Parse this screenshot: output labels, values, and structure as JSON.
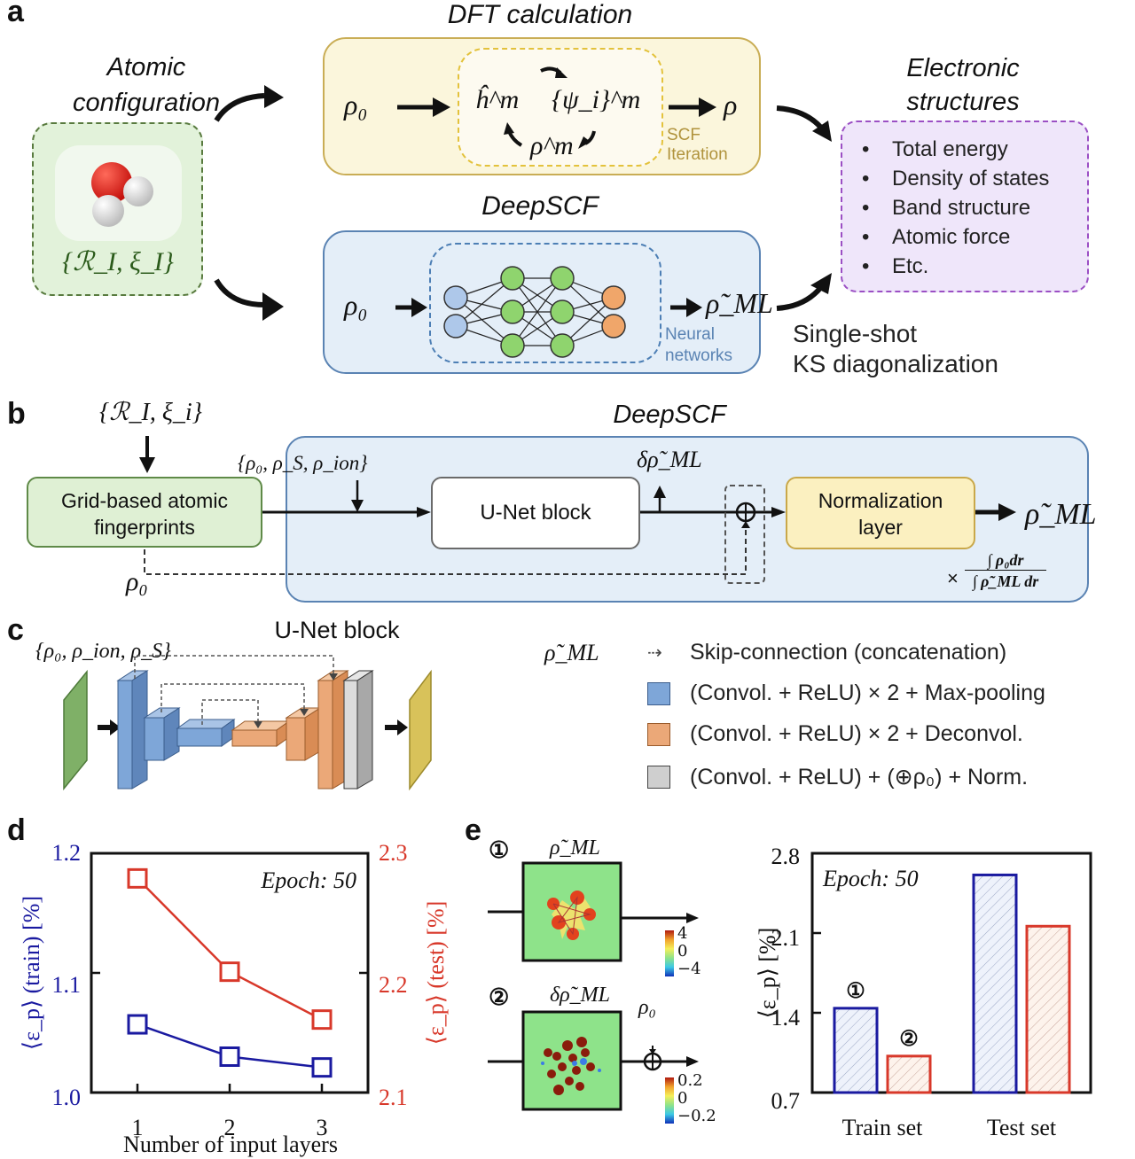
{
  "panel_a": {
    "letter": "a",
    "atomic_title_line1": "Atomic",
    "atomic_title_line2": "configuration",
    "atomic_symbol": "{ℛ_I, ξ_I}",
    "dft_title": "DFT calculation",
    "dft_rho0": "ρ₀",
    "dft_h": "ĥ^m",
    "dft_psi": "{ψ_i}^m",
    "dft_rhom": "ρ^m",
    "dft_rho": "ρ",
    "scf_label_line1": "SCF",
    "scf_label_line2": "Iteration",
    "deepscf_title": "DeepSCF",
    "deepscf_rho0": "ρ₀",
    "deepscf_output": "ρ̃_ML",
    "nn_label_line1": "Neural",
    "nn_label_line2": "networks",
    "electronic_title_line1": "Electronic",
    "electronic_title_line2": "structures",
    "electronic_items": [
      "Total energy",
      "Density of states",
      "Band structure",
      "Atomic force",
      "Etc."
    ],
    "single_shot_line1": "Single-shot",
    "single_shot_line2": "KS diagonalization",
    "colors": {
      "green_box": "#e2f2da",
      "yellow_box": "#fbf6dc",
      "blue_box": "#e4eef8",
      "purple_box": "#efe6fa"
    }
  },
  "panel_b": {
    "letter": "b",
    "input_symbol": "{ℛ_I, ξ_i}",
    "fingerprint_line1": "Grid-based atomic",
    "fingerprint_line2": "fingerprints",
    "rho0": "ρ₀",
    "deepscf_title": "DeepSCF",
    "extra_inputs": "{ρ₀, ρ_S, ρ_ion}",
    "unet_label": "U-Net block",
    "delta_label": "δρ̃_ML",
    "norm_line1": "Normalization",
    "norm_line2": "layer",
    "output": "ρ̃_ML",
    "factor_numerator": "∫ ρ₀dr",
    "factor_denominator": "∫ ρ̃_ML dr",
    "factor_prefix": "×"
  },
  "panel_c": {
    "letter": "c",
    "title": "U-Net block",
    "inputs": "{ρ₀, ρ_ion, ρ_S}",
    "output": "ρ̃_ML",
    "legend": [
      {
        "icon": "skip-arrow",
        "label": "Skip-connection (concatenation)"
      },
      {
        "icon": "blue-cube",
        "color": "#7ea6d8",
        "label": "(Convol. + ReLU) × 2 + Max-pooling"
      },
      {
        "icon": "orange-cube",
        "color": "#eba878",
        "label": "(Convol. + ReLU) × 2 + Deconvol."
      },
      {
        "icon": "gray-cube",
        "color": "#cfcfcf",
        "label": "(Convol. + ReLU) + (⊕ρ₀) + Norm."
      }
    ]
  },
  "panel_e": {
    "letter": "e",
    "item1_marker": "①",
    "item1_label": "ρ̃_ML",
    "item1_colorbar": [
      "4",
      "0",
      "−4"
    ],
    "item2_marker": "②",
    "item2_label": "δρ̃_ML",
    "item2_rho0": "ρ₀",
    "item2_colorbar": [
      "0.2",
      "0",
      "−0.2"
    ]
  },
  "chart_data": [
    {
      "id": "panel-d",
      "letter": "d",
      "type": "line",
      "title": "",
      "annotation": "Epoch: 50",
      "xlabel": "Number of input layers",
      "x": [
        1,
        2,
        3
      ],
      "xticks": [
        "1",
        "2",
        "3"
      ],
      "xlim": [
        0.5,
        3.5
      ],
      "ylabel_left": "⟨ε_p⟩ (train) [%]",
      "ylabel_right": "⟨ε_p⟩ (test) [%]",
      "ylim_left": [
        1.0,
        1.2
      ],
      "yticks_left": [
        "1.0",
        "1.1",
        "1.2"
      ],
      "ylim_right": [
        2.1,
        2.3
      ],
      "yticks_right": [
        "2.1",
        "2.2",
        "2.3"
      ],
      "grid": false,
      "series": [
        {
          "name": "train",
          "axis": "left",
          "color": "#1a1aa0",
          "marker": "open-square",
          "values": [
            1.057,
            1.03,
            1.021
          ]
        },
        {
          "name": "test",
          "axis": "right",
          "color": "#d8382a",
          "marker": "open-square",
          "values": [
            2.279,
            2.201,
            2.161
          ]
        }
      ]
    },
    {
      "id": "panel-e-bars",
      "type": "bar",
      "title": "",
      "annotation": "Epoch: 50",
      "categories": [
        "Train set",
        "Test set"
      ],
      "ylabel": "⟨ε_p⟩ [%]",
      "ylim": [
        0.7,
        2.8
      ],
      "yticks": [
        "0.7",
        "1.4",
        "2.1",
        "2.8"
      ],
      "grid": false,
      "series": [
        {
          "name": "①",
          "color": "#1a1aa0",
          "hatch": "diagonal",
          "values": [
            1.44,
            2.61
          ]
        },
        {
          "name": "②",
          "color": "#d8382a",
          "hatch": "diagonal",
          "values": [
            1.02,
            2.16
          ]
        }
      ],
      "bar_markers": [
        "①",
        "②"
      ]
    }
  ]
}
